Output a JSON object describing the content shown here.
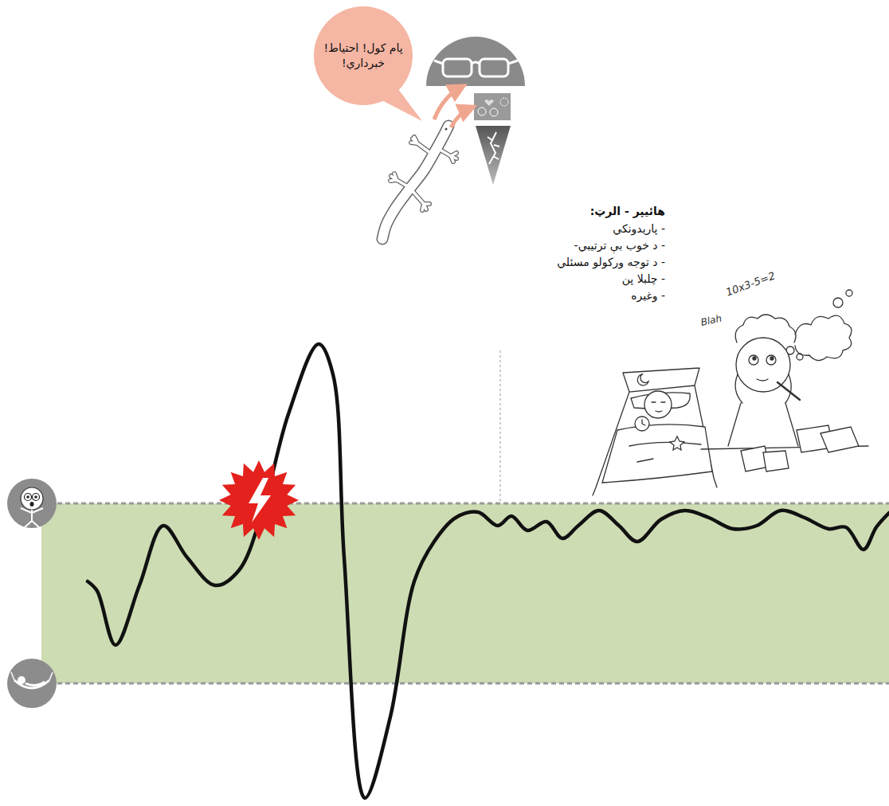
{
  "diagram": {
    "nodes": [
      {
        "text": [
          "پام کول! احتیاط! خبرداري!"
        ]
      }
    ],
    "labels": [
      "هائیپر - الرټ:",
      "- پاریدونکي",
      "- د خوب بې ترتیبي-",
      "- د توجه ورکولو مسئلي",
      "- چلبلا پن",
      "- وغیره",
      "10x3-5=2",
      "Blah"
    ]
  }
}
